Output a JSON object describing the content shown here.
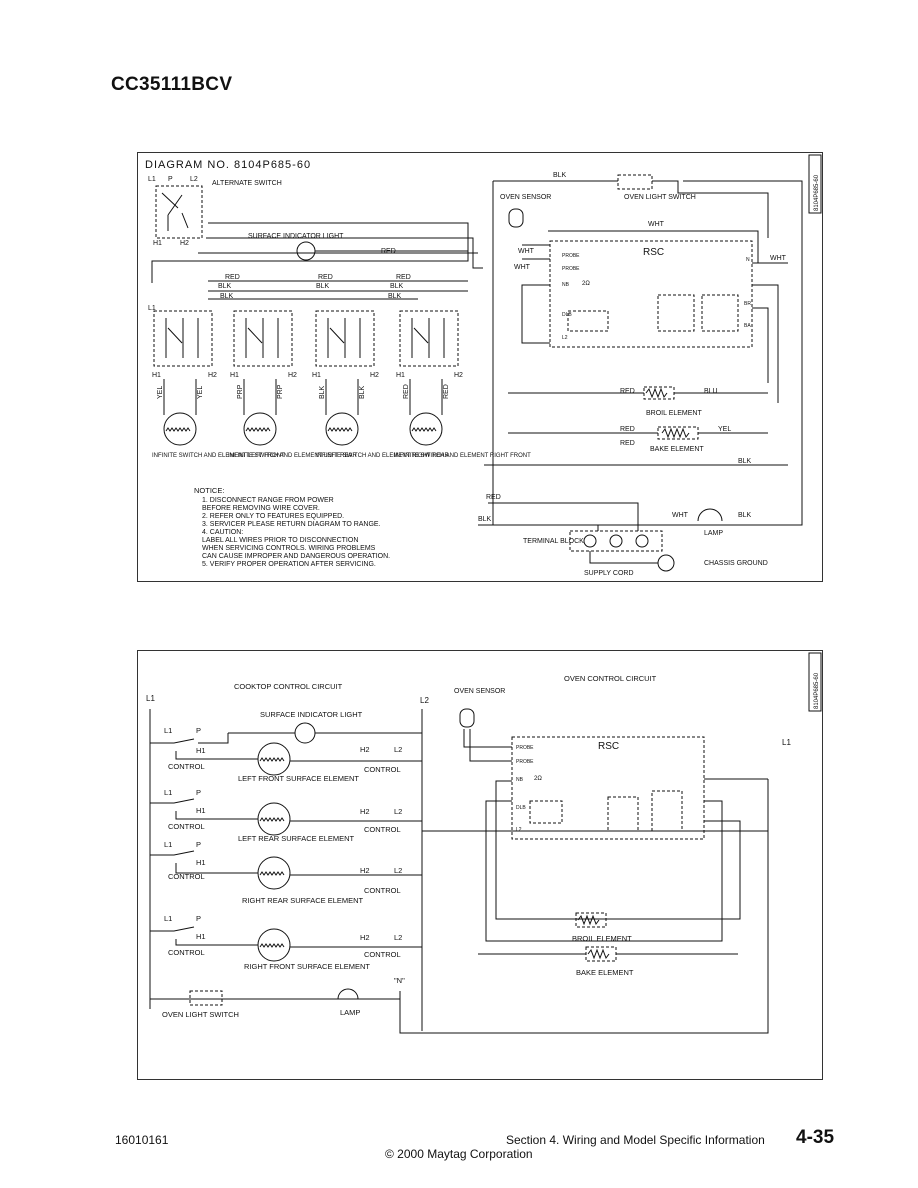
{
  "header": {
    "model": "CC35111BCV"
  },
  "top_diagram": {
    "diagram_no": "DIAGRAM NO. 8104P685-60",
    "side_tag": "8104P685-60",
    "alternate_switch": "ALTERNATE SWITCH",
    "terminals": {
      "l1": "L1",
      "p": "P",
      "l2": "L2",
      "h1": "H1",
      "h2": "H2",
      "n": "N",
      "br": "BR",
      "ba": "BA"
    },
    "surface_indicator": "SURFACE INDICATOR LIGHT",
    "oven_sensor": "OVEN SENSOR",
    "oven_light_switch": "OVEN LIGHT SWITCH",
    "rsc": "RSC",
    "probe": "PROBE",
    "nb": "NB",
    "ohm": "2Ω",
    "dlb": "DLB",
    "wires": {
      "blk": "BLK",
      "wht": "WHT",
      "red": "RED",
      "blu": "BLU",
      "yel": "YEL",
      "prp": "PRP"
    },
    "broil_element": "BROIL ELEMENT",
    "bake_element": "BAKE ELEMENT",
    "lamp": "LAMP",
    "terminal_block": "TERMINAL BLOCK",
    "supply_cord": "SUPPLY CORD",
    "chassis_ground": "CHASSIS GROUND",
    "switch_labels": [
      "INFINITE SWITCH AND ELEMENT LEFT FRONT",
      "INFINITE SWITCH AND ELEMENT LEFT REAR",
      "INFINITE SWITCH AND ELEMENT RIGHT REAR",
      "INFINITE SWITCH AND ELEMENT RIGHT FRONT"
    ],
    "notice_title": "NOTICE:",
    "notice_items": [
      "1. DISCONNECT RANGE FROM POWER",
      "    BEFORE REMOVING WIRE COVER.",
      "2. REFER ONLY TO FEATURES EQUIPPED.",
      "3. SERVICER PLEASE RETURN DIAGRAM TO RANGE.",
      "4. CAUTION:",
      "    LABEL ALL WIRES PRIOR TO DISCONNECTION",
      "    WHEN SERVICING CONTROLS. WIRING PROBLEMS",
      "    CAN CAUSE IMPROPER AND DANGEROUS OPERATION.",
      "5. VERIFY PROPER OPERATION AFTER SERVICING."
    ]
  },
  "bottom_diagram": {
    "side_tag": "8104P685-60",
    "cooktop_title": "COOKTOP CONTROL CIRCUIT",
    "oven_title": "OVEN CONTROL CIRCUIT",
    "l1": "L1",
    "l2": "L2",
    "p": "P",
    "h1": "H1",
    "h2": "H2",
    "oven_sensor": "OVEN SENSOR",
    "surface_indicator": "SURFACE INDICATOR LIGHT",
    "control": "CONTROL",
    "elements": [
      "LEFT FRONT SURFACE ELEMENT",
      "LEFT REAR SURFACE ELEMENT",
      "RIGHT REAR SURFACE ELEMENT",
      "RIGHT FRONT SURFACE ELEMENT"
    ],
    "rsc": "RSC",
    "probe": "PROBE",
    "nb": "NB",
    "ohm": "2Ω",
    "dlb": "DLB",
    "broil_element": "BROIL ELEMENT",
    "bake_element": "BAKE ELEMENT",
    "oven_light_switch": "OVEN LIGHT SWITCH",
    "lamp": "LAMP",
    "n_label": "\"N\""
  },
  "footer": {
    "doc_number": "16010161",
    "section": "Section 4. Wiring and Model Specific Information",
    "page": "4-35",
    "copyright": "© 2000 Maytag Corporation"
  }
}
